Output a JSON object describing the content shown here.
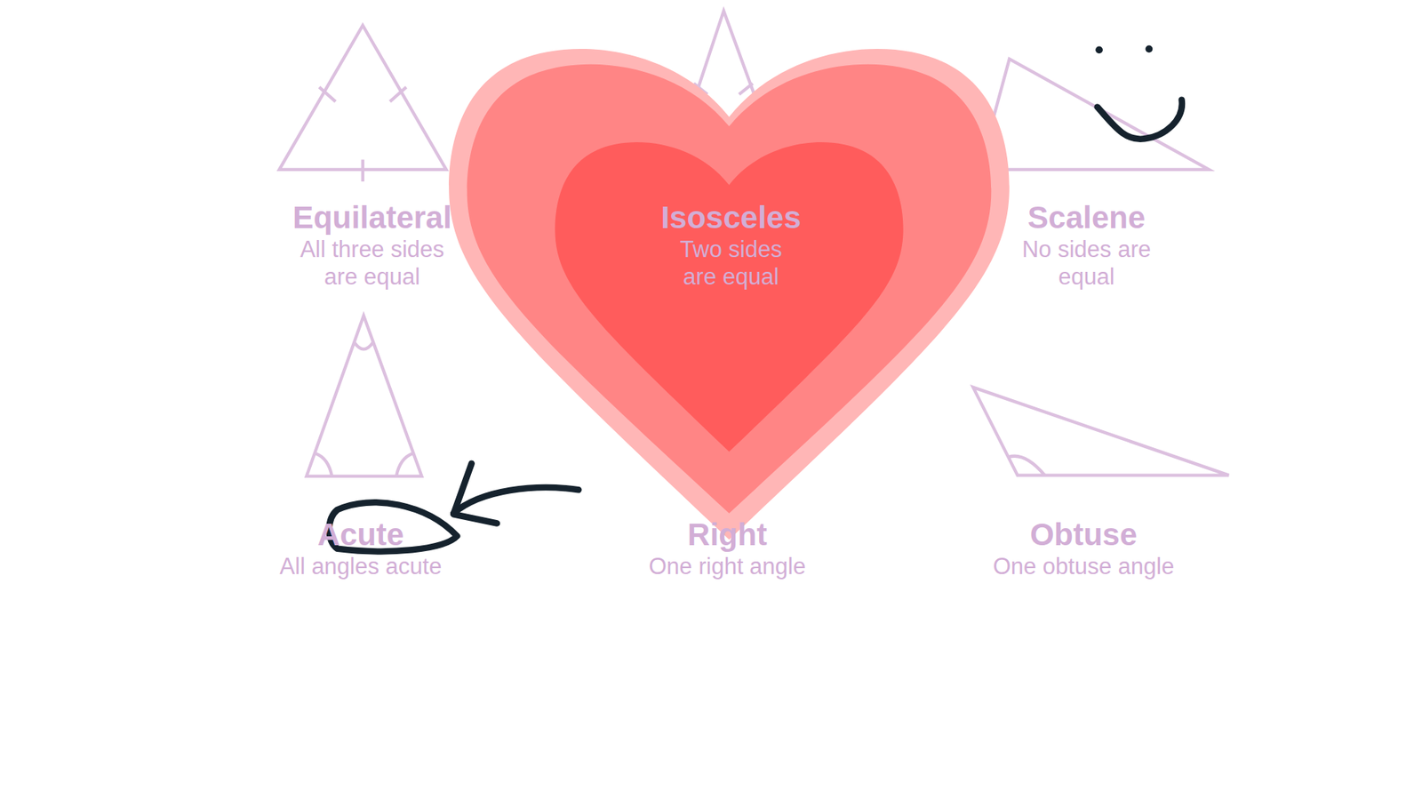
{
  "diagram": {
    "nodes": [
      {
        "text": [
          "Equilateral",
          "All three sides are equal"
        ]
      },
      {
        "text": [
          "Isosceles",
          "Two sides are equal"
        ]
      },
      {
        "text": [
          "Scalene",
          "No sides are equal"
        ]
      },
      {
        "text": [
          "Acute",
          "All angles acute"
        ]
      },
      {
        "text": [
          "Right",
          "One right angle"
        ]
      },
      {
        "text": [
          "Obtuse",
          "One obtuse angle"
        ]
      }
    ]
  }
}
